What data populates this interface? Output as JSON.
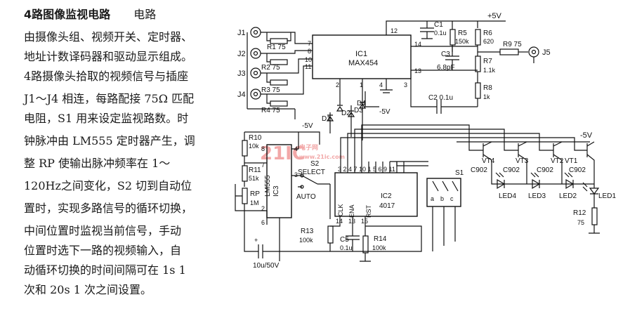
{
  "description": {
    "title": "4路图像监视电路",
    "lines": [
      "电路",
      "由摄像头组、视频开关、定时器、",
      "地址计数译码器和驱动显示组成。",
      "4路摄像头拾取的视频信号与插座",
      "J1～J4 相连，每路配接 75Ω 匹配",
      "电阻，S1 用来设定监视路数。时",
      "钟脉冲由 LM555 定时器产生，调",
      "整 RP 使输出脉冲频率在 1～",
      "120Hz之间变化，S2 切到自动位",
      "置时，实现多路信号的循环切换，",
      "中间位置时监视当前信号，手动",
      "位置时选下一路的视频输入，自",
      "动循环切换的时间间隔可在 1s 1",
      "次和 20s 1 次之间设置。"
    ]
  },
  "watermark": {
    "main": "21IC",
    "sub1": "电子网",
    "sub2": "www.21ic.com"
  },
  "schematic": {
    "jacks": [
      "J1",
      "J2",
      "J3",
      "J4",
      "J5"
    ],
    "resistors": {
      "r1": "R1 75",
      "r2": "R2 75",
      "r3": "R3 75",
      "r4": "R4 75",
      "r5a": "R5",
      "r5b": "150k",
      "r6a": "R6",
      "r6b": "620",
      "r7a": "R7",
      "r7b": "1.1k",
      "r8a": "R8",
      "r8b": "1k",
      "r9": "R9 75",
      "r10a": "R10",
      "r10b": "10k",
      "r11a": "R11",
      "r11b": "51k",
      "rpa": "RP",
      "rpb": "1M",
      "r12a": "R12",
      "r12b": "75",
      "r13a": "R13",
      "r13b": "100k",
      "r14a": "R14",
      "r14b": "100k"
    },
    "capacitors": {
      "c1a": "C1",
      "c1b": "0.1u",
      "c3a": "C3",
      "c3b": "6.8pF",
      "c2": "C2 0.1u",
      "c5a": "C5",
      "c5b": "0.1u",
      "c4": "10u/50V"
    },
    "ic1": {
      "name": "IC1",
      "part": "MAX454"
    },
    "ic2": {
      "name": "IC2",
      "part": "4017",
      "clk": "CLK",
      "ena": "ENA",
      "rst": "RST"
    },
    "ic3": {
      "name": "IC3",
      "part": "LM555"
    },
    "pins": {
      "p12": "12",
      "p14": "14",
      "p13": "13",
      "p2": "2",
      "p1": "1",
      "p4": "4",
      "p3": "3",
      "p7": "7",
      "p8": "8",
      "p10": "10",
      "p11": "11",
      "ic2_top": "3 2 4 7 10 1 5 6 9 11",
      "i14": "14",
      "i13": "13",
      "i15": "15",
      "c6": "6",
      "c8": "8",
      "c4": "4",
      "c7": "7",
      "c2": "2",
      "c3": "3"
    },
    "diodes": [
      "D1",
      "D2",
      "D3",
      "D4"
    ],
    "supply": {
      "plus5": "+5V",
      "minus5": "-5V"
    },
    "switches": {
      "s1": "S1",
      "s2": "S2",
      "select": "SELECT",
      "auto": "AUTO",
      "a": "a",
      "b": "b",
      "c": "c"
    },
    "transistors": [
      {
        "ref": "VT4",
        "part": "C902"
      },
      {
        "ref": "VT3",
        "part": "C902"
      },
      {
        "ref": "VT2",
        "part": "C902"
      },
      {
        "ref": "VT1",
        "part": "C902"
      }
    ],
    "leds": [
      "LED4",
      "LED3",
      "LED2",
      "LED1"
    ]
  }
}
